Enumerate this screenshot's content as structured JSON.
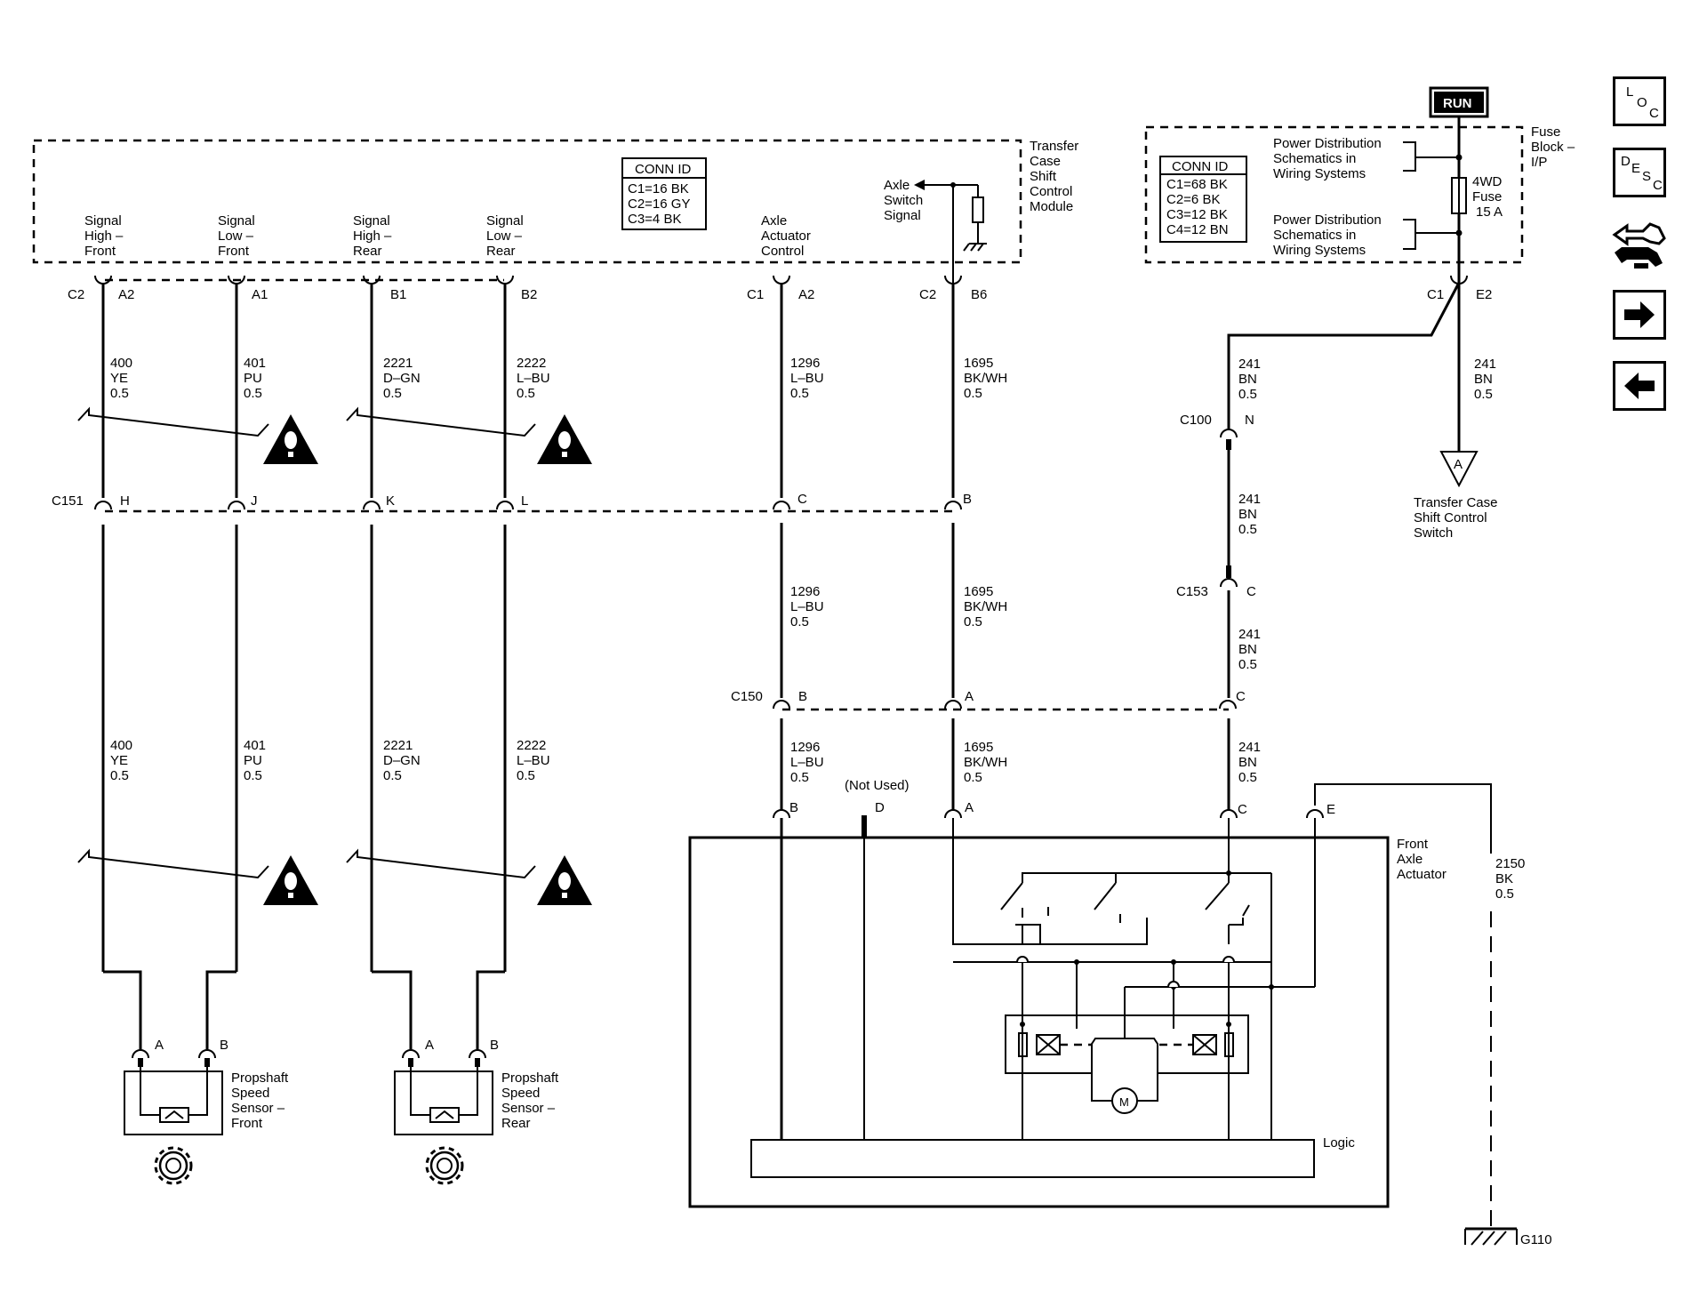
{
  "run_label": "RUN",
  "tcscm": {
    "name": "Transfer Case Shift Control Module",
    "name_lines": [
      "Transfer",
      "Case",
      "Shift",
      "Control",
      "Module"
    ],
    "conn_title": "CONN ID",
    "conn_rows": [
      "C1=16 BK",
      "C2=16 GY",
      "C3=4 BK"
    ],
    "pins": [
      {
        "lines": [
          "Signal",
          "High –",
          "Front"
        ],
        "conn": "C2",
        "pin": "A2"
      },
      {
        "lines": [
          "Signal",
          "Low –",
          "Front"
        ],
        "conn": "",
        "pin": "A1"
      },
      {
        "lines": [
          "Signal",
          "High –",
          "Rear"
        ],
        "conn": "",
        "pin": "B1"
      },
      {
        "lines": [
          "Signal",
          "Low –",
          "Rear"
        ],
        "conn": "",
        "pin": "B2"
      },
      {
        "lines": [
          "Axle",
          "Actuator",
          "Control"
        ],
        "conn": "C1",
        "pin": "A2"
      },
      {
        "lines": [
          "Axle",
          "Switch",
          "Signal"
        ],
        "conn": "C2",
        "pin": "B6"
      }
    ]
  },
  "fuse_block": {
    "name_lines": [
      "Fuse",
      "Block –",
      "I/P"
    ],
    "conn_title": "CONN ID",
    "conn_rows": [
      "C1=68 BK",
      "C2=6 BK",
      "C3=12 BK",
      "C4=12 BN"
    ],
    "pd_ref_lines": [
      "Power Distribution",
      "Schematics in",
      "Wiring Systems"
    ],
    "fuse_lines": [
      "4WD",
      "Fuse",
      "15 A"
    ],
    "out_conn": "C1",
    "out_pin": "E2"
  },
  "circuits_top": [
    [
      "400",
      "YE",
      "0.5"
    ],
    [
      "401",
      "PU",
      "0.5"
    ],
    [
      "2221",
      "D–GN",
      "0.5"
    ],
    [
      "2222",
      "L–BU",
      "0.5"
    ],
    [
      "1296",
      "L–BU",
      "0.5"
    ],
    [
      "1695",
      "BK/WH",
      "0.5"
    ],
    [
      "241",
      "BN",
      "0.5"
    ],
    [
      "241",
      "BN",
      "0.5"
    ]
  ],
  "circuits_bottom": [
    [
      "400",
      "YE",
      "0.5"
    ],
    [
      "401",
      "PU",
      "0.5"
    ],
    [
      "2221",
      "D–GN",
      "0.5"
    ],
    [
      "2222",
      "L–BU",
      "0.5"
    ]
  ],
  "circuits_mid": [
    [
      "1296",
      "L–BU",
      "0.5"
    ],
    [
      "1695",
      "BK/WH",
      "0.5"
    ],
    [
      "241",
      "BN",
      "0.5"
    ],
    [
      "241",
      "BN",
      "0.5"
    ]
  ],
  "circuits_low": [
    [
      "1296",
      "L–BU",
      "0.5"
    ],
    [
      "1695",
      "BK/WH",
      "0.5"
    ],
    [
      "241",
      "BN",
      "0.5"
    ]
  ],
  "c100": {
    "name": "C100",
    "pin": "N"
  },
  "c153": {
    "name": "C153",
    "pin": "C"
  },
  "c151": {
    "name": "C151",
    "pins": [
      "H",
      "J",
      "K",
      "L",
      "C",
      "B"
    ]
  },
  "c150": {
    "name": "C150",
    "pins": [
      "B",
      "A",
      "C"
    ]
  },
  "switch_ref": {
    "letter": "A",
    "lines": [
      "Transfer Case",
      "Shift Control",
      "Switch"
    ]
  },
  "sensor_front": {
    "lines": [
      "Propshaft",
      "Speed",
      "Sensor –",
      "Front"
    ],
    "pins": [
      "A",
      "B"
    ]
  },
  "sensor_rear": {
    "lines": [
      "Propshaft",
      "Speed",
      "Sensor –",
      "Rear"
    ],
    "pins": [
      "A",
      "B"
    ]
  },
  "actuator": {
    "name_lines": [
      "Front",
      "Axle",
      "Actuator"
    ],
    "not_used": "(Not Used)",
    "pins": [
      "B",
      "D",
      "A",
      "C",
      "E"
    ],
    "logic_label": "Logic",
    "motor_label": "M"
  },
  "ground_circuit": [
    "2150",
    "BK",
    "0.5"
  ],
  "ground_label": "G110",
  "nav": {
    "loc": [
      "L",
      "O",
      "C"
    ],
    "desc": [
      "D",
      "E",
      "S",
      "C"
    ]
  }
}
